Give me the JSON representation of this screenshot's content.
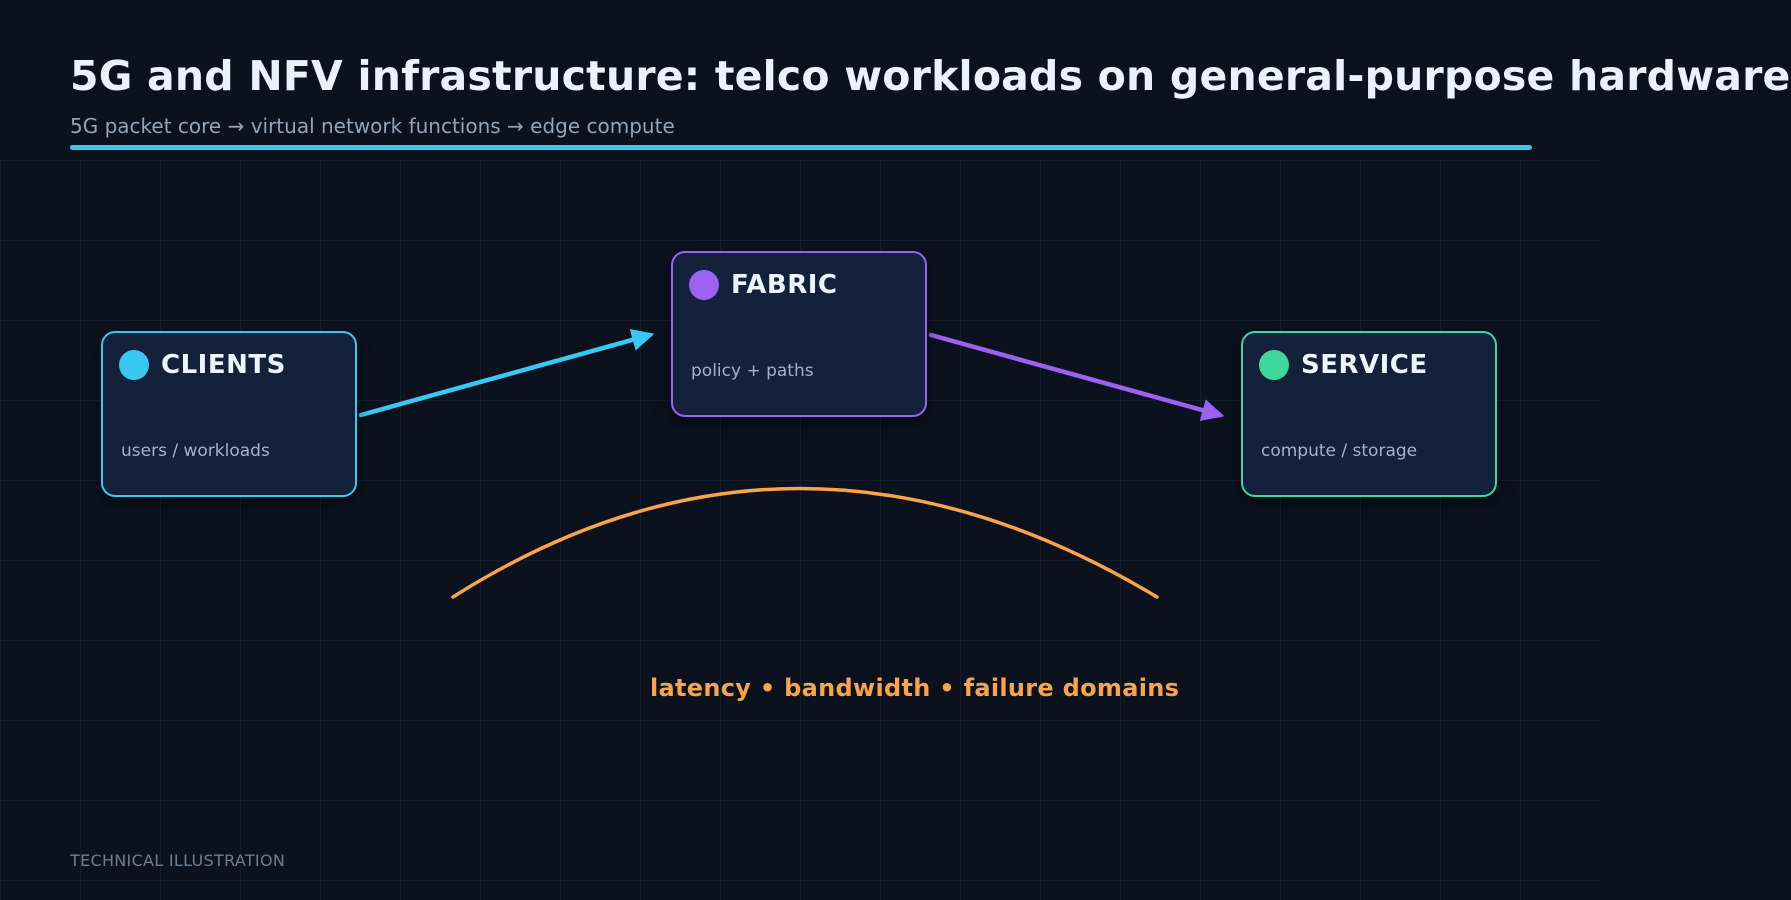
{
  "header": {
    "title": "5G and NFV infrastructure: telco workloads on general-purpose hardware",
    "subtitle": "5G packet core → virtual network functions → edge compute"
  },
  "nodes": {
    "clients": {
      "title": "CLIENTS",
      "description": "users / workloads",
      "color": "#38c8f2"
    },
    "fabric": {
      "title": "FABRIC",
      "description": "policy + paths",
      "color": "#9b62f2"
    },
    "service": {
      "title": "SERVICE",
      "description": "compute / storage",
      "color": "#3ed89c"
    }
  },
  "connections": [
    {
      "from": "clients",
      "to": "fabric",
      "color": "#38c8f2"
    },
    {
      "from": "fabric",
      "to": "service",
      "color": "#9b62f2"
    }
  ],
  "annotation": {
    "label": "latency • bandwidth • failure domains",
    "color": "#f7a44a"
  },
  "footer": {
    "label": "TECHNICAL ILLUSTRATION"
  },
  "colors": {
    "background": "#0b121e",
    "accent": "#38c8f2",
    "node_fill": "#13213a"
  }
}
